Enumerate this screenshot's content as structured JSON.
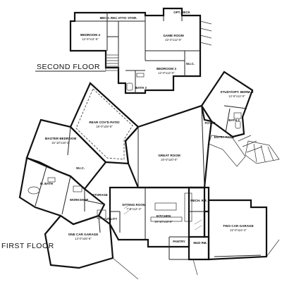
{
  "floors": [
    {
      "name": "SECOND FLOOR"
    },
    {
      "name": "FIRST FLOOR"
    }
  ],
  "rooms": [
    {
      "key": "mech_attic",
      "name": "MECH. RM./ ATTIC STOR.",
      "dims": ""
    },
    {
      "key": "opt_deck",
      "name": "OPT. DECK",
      "dims": ""
    },
    {
      "key": "bedroom4",
      "name": "BEDROOM 4",
      "dims": "12'-6\"x11'-6\""
    },
    {
      "key": "game_room",
      "name": "GAME ROOM",
      "dims": "22'-4\"x12'-0\""
    },
    {
      "key": "wic_2nd",
      "name": "W.I.C.",
      "dims": ""
    },
    {
      "key": "bedroom3",
      "name": "BEDROOM 3",
      "dims": "12'-0\"x12'-0\""
    },
    {
      "key": "bath3",
      "name": "BATH 3",
      "dims": ""
    },
    {
      "key": "study",
      "name": "STUDY/OPT. BDRM. 2",
      "dims": "12'-8\"x12'-0\""
    },
    {
      "key": "bath2",
      "name": "BATH 2",
      "dims": ""
    },
    {
      "key": "foyer",
      "name": "FOYER",
      "dims": ""
    },
    {
      "key": "entry_patio",
      "name": "ENTRY PATIO",
      "dims": ""
    },
    {
      "key": "rear_patio",
      "name": "REAR COV'D PATIO",
      "dims": "18'-0\"x28'-8\""
    },
    {
      "key": "master_bedroom",
      "name": "MASTER BEDROOM",
      "dims": "15'-10\"x18'-2\""
    },
    {
      "key": "great_room",
      "name": "GREAT ROOM",
      "dims": "20'-0\"x20'-0\""
    },
    {
      "key": "m_bath",
      "name": "M. BATH",
      "dims": ""
    },
    {
      "key": "wic_master",
      "name": "W.I.C.",
      "dims": ""
    },
    {
      "key": "storage",
      "name": "STORAGE",
      "dims": ""
    },
    {
      "key": "workshop",
      "name": "WORKSHOP",
      "dims": ""
    },
    {
      "key": "sitting_room",
      "name": "SITTING ROOM",
      "dims": "7'-6\"x12'-4\""
    },
    {
      "key": "kitchen",
      "name": "KITCHEN",
      "dims": "19'-10\"x16'-8\""
    },
    {
      "key": "utility",
      "name": "UTILITY",
      "dims": ""
    },
    {
      "key": "mech_rm",
      "name": "MECH. RM.",
      "dims": ""
    },
    {
      "key": "two_car_garage",
      "name": "TWO CAR GARAGE",
      "dims": "22'-0\"x24'-4\""
    },
    {
      "key": "one_car_garage",
      "name": "ONE CAR GARAGE",
      "dims": "14'-0\"x26'-6\""
    },
    {
      "key": "pantry",
      "name": "PANTRY",
      "dims": ""
    },
    {
      "key": "mud_rm",
      "name": "MUD RM.",
      "dims": ""
    }
  ]
}
